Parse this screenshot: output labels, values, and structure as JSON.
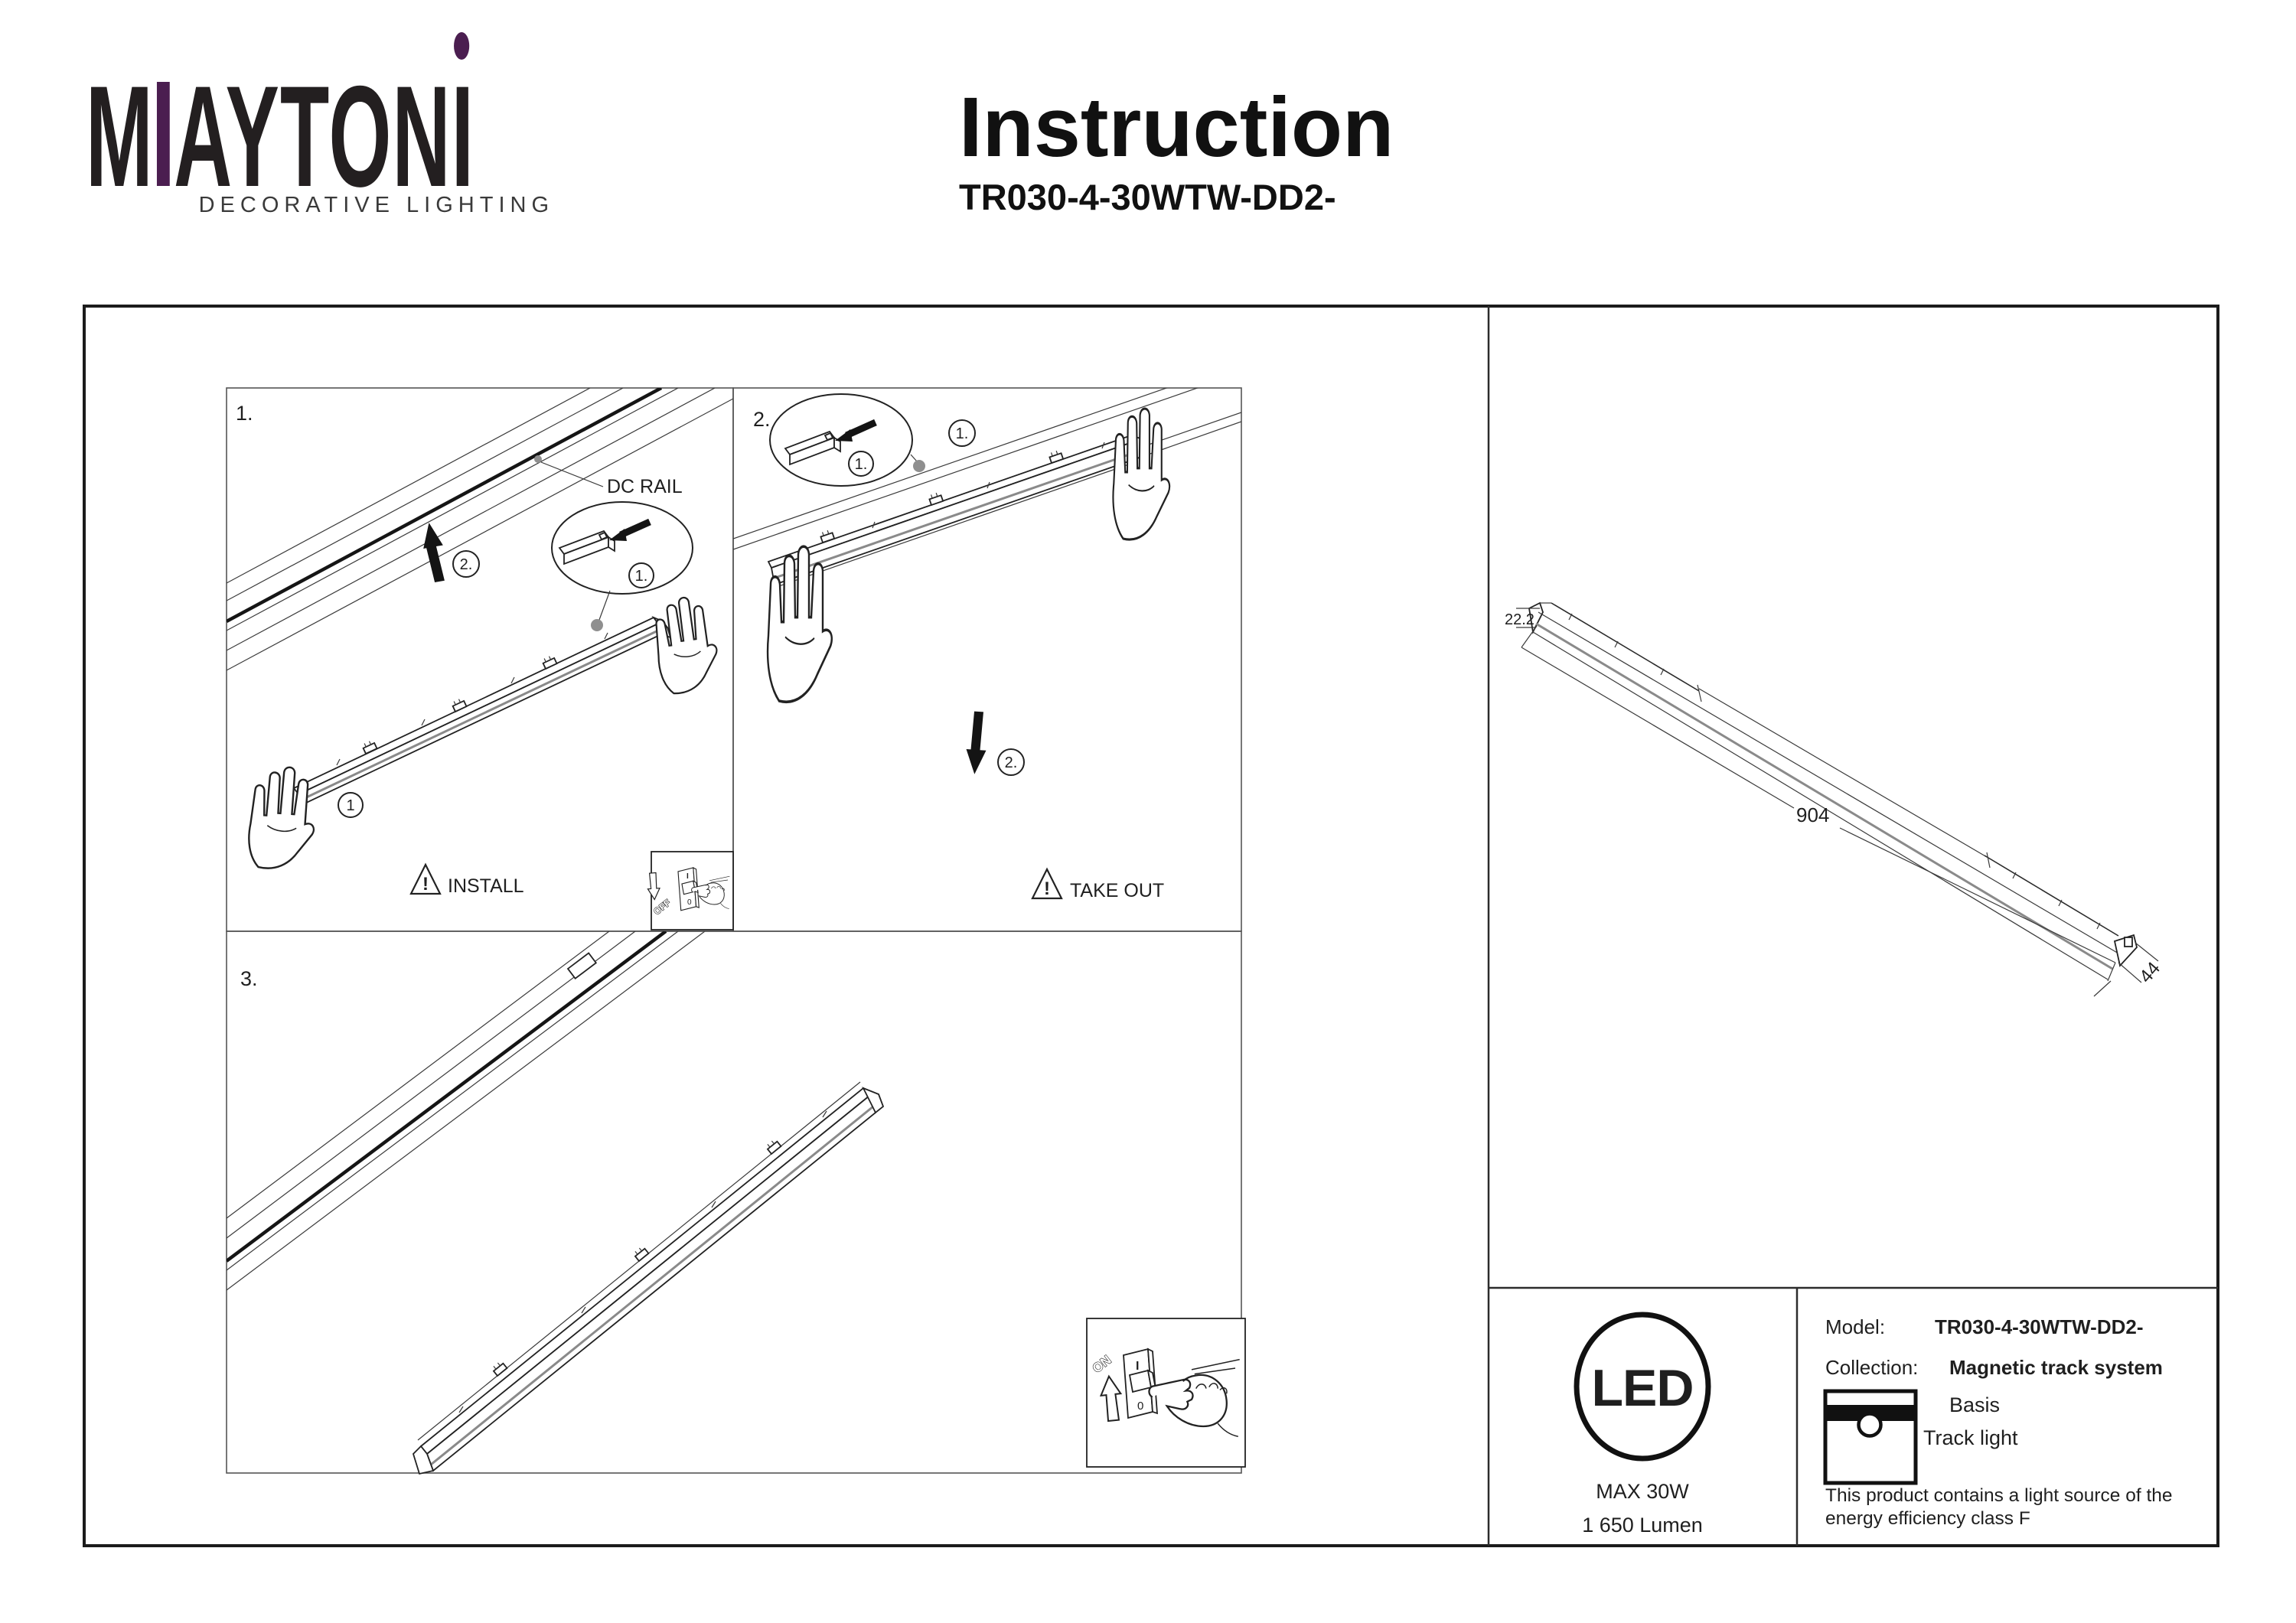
{
  "header": {
    "brand_m": "M",
    "brand_rest": "AYTON",
    "brand_i": "I",
    "tagline": "DECORATIVE LIGHTING",
    "title": "Instruction",
    "subtitle": "TR030-4-30WTW-DD2-"
  },
  "colors": {
    "purple": "#4b1e50",
    "ink": "#1f1f1f"
  },
  "steps": {
    "one": {
      "label": "1.",
      "dc_rail": "DC RAIL",
      "detail_callout": "1.",
      "push_callout": "2.",
      "bar_callout": "1",
      "warning_mark": "!",
      "warning_text": "INSTALL"
    },
    "two": {
      "label": "2.",
      "detail_callout": "1.",
      "slide_callout": "1.",
      "pull_callout": "2.",
      "warning_mark": "!",
      "warning_text": "TAKE OUT"
    },
    "three": {
      "label": "3."
    }
  },
  "switches": {
    "off": {
      "word": "OFF",
      "top_mark": "I",
      "bottom_mark": "0"
    },
    "on": {
      "word": "ON",
      "top_mark": "I",
      "bottom_mark": "0"
    }
  },
  "dimensions": {
    "height_mm": "22.2",
    "length_mm": "904",
    "depth_mm": "44"
  },
  "specs": {
    "led_badge": "LED",
    "max_power": "MAX 30W",
    "luminous_flux": "1 650 Lumen",
    "model_label": "Model:",
    "model_value": "TR030-4-30WTW-DD2-",
    "collection_label": "Collection:",
    "collection_value": "Magnetic track system",
    "legend_basis": "Basis",
    "legend_track_light": "Track light",
    "note_line1": "This product contains a light source of the",
    "note_line2": "energy efficiency class F"
  }
}
